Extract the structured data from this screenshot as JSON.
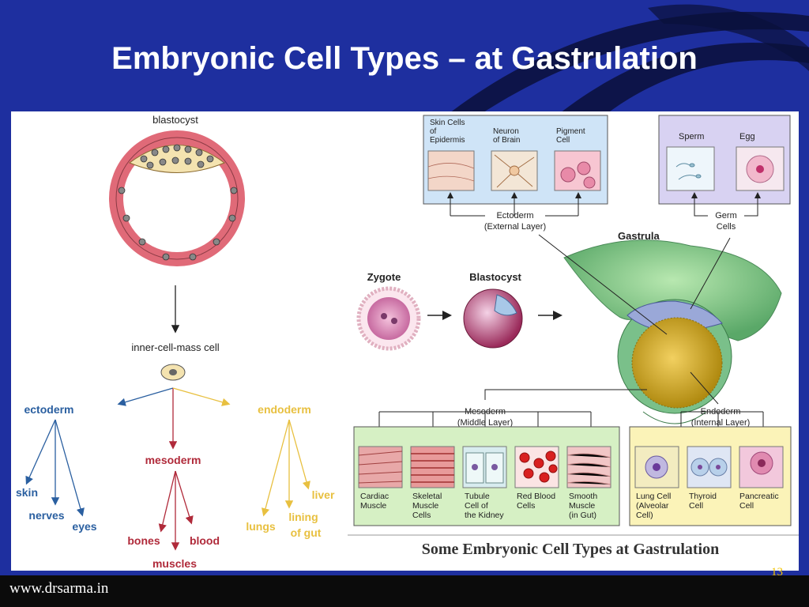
{
  "slide": {
    "title": "Embryonic Cell Types – at Gastrulation",
    "footer": "www.drsarma.in",
    "page_number": "13"
  },
  "left_diagram": {
    "blastocyst": "blastocyst",
    "inner_cell_mass": "inner-cell-mass  cell",
    "ectoderm": "ectoderm",
    "mesoderm": "mesoderm",
    "endoderm": "endoderm",
    "skin": "skin",
    "nerves": "nerves",
    "eyes": "eyes",
    "bones": "bones",
    "blood": "blood",
    "muscles": "muscles",
    "lungs": "lungs",
    "liver": "liver",
    "lining_of_gut_1": "lining",
    "lining_of_gut_2": "of gut"
  },
  "right_diagram": {
    "ecto_cells": [
      {
        "line1": "Skin Cells",
        "line2": "of",
        "line3": "Epidermis"
      },
      {
        "line1": "Neuron",
        "line2": "of Brain",
        "line3": ""
      },
      {
        "line1": "Pigment",
        "line2": "Cell",
        "line3": ""
      }
    ],
    "germ_cells": [
      {
        "line1": "Sperm"
      },
      {
        "line1": "Egg"
      }
    ],
    "ectoderm_label_1": "Ectoderm",
    "ectoderm_label_2": "(External Layer)",
    "germ_label_1": "Germ",
    "germ_label_2": "Cells",
    "gastrula": "Gastrula",
    "zygote": "Zygote",
    "blastocyst": "Blastocyst",
    "mesoderm_label_1": "Mesoderm",
    "mesoderm_label_2": "(Middle Layer)",
    "endoderm_label_1": "Endoderm",
    "endoderm_label_2": "(Internal Layer)",
    "meso_cells": [
      {
        "line1": "Cardiac",
        "line2": "Muscle",
        "line3": ""
      },
      {
        "line1": "Skeletal",
        "line2": "Muscle",
        "line3": "Cells"
      },
      {
        "line1": "Tubule",
        "line2": "Cell of",
        "line3": "the Kidney"
      },
      {
        "line1": "Red Blood",
        "line2": "Cells",
        "line3": ""
      },
      {
        "line1": "Smooth",
        "line2": "Muscle",
        "line3": "(in Gut)"
      }
    ],
    "endo_cells": [
      {
        "line1": "Lung Cell",
        "line2": "(Alveolar",
        "line3": "Cell)"
      },
      {
        "line1": "Thyroid",
        "line2": "Cell",
        "line3": ""
      },
      {
        "line1": "Pancreatic",
        "line2": "Cell",
        "line3": ""
      }
    ],
    "caption": "Some Embryonic Cell Types at Gastrulation"
  },
  "colors": {
    "background": "#1e2f9f",
    "ectoderm_text": "#2a5fa0",
    "mesoderm_text": "#b02a3a",
    "endoderm_text": "#e8c040",
    "ecto_box": "#cfe4f7",
    "germ_box": "#d8d2f2",
    "meso_box": "#d6f0c4",
    "endo_box": "#fbf3b8"
  }
}
